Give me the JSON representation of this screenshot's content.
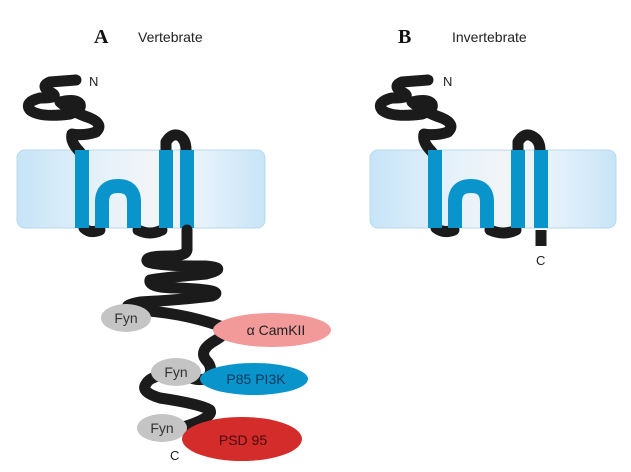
{
  "panels": [
    {
      "letter": "A",
      "title": "Vertebrate",
      "n_label": "N",
      "c_label": "C"
    },
    {
      "letter": "B",
      "title": "Invertebrate",
      "n_label": "N",
      "c_label": "C"
    }
  ],
  "binding_partners": [
    {
      "label": "Fyn",
      "color": "#c4c4c4",
      "text_color": "#333333"
    },
    {
      "label": "α CamKII",
      "color": "#f29a9a",
      "text_color": "#222222"
    },
    {
      "label": "Fyn",
      "color": "#c4c4c4",
      "text_color": "#333333"
    },
    {
      "label": "P85 PI3K",
      "color": "#0a94cc",
      "text_color": "#0d3a5c"
    },
    {
      "label": "Fyn",
      "color": "#c4c4c4",
      "text_color": "#333333"
    },
    {
      "label": "PSD 95",
      "color": "#d42b2b",
      "text_color": "#4a0a0a"
    }
  ],
  "colors": {
    "membrane": "#cde8f8",
    "transmembrane": "#0a94cc",
    "chain": "#1b1b1b"
  }
}
